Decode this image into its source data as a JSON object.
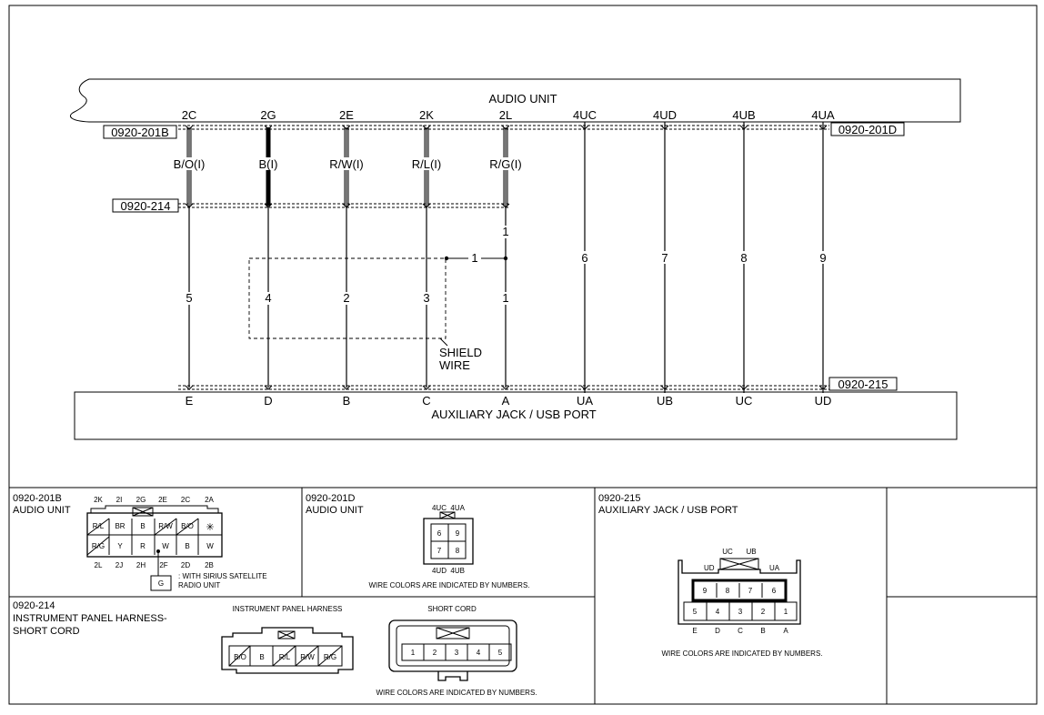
{
  "audio_unit": {
    "label": "AUDIO UNIT",
    "pins": [
      "2C",
      "2G",
      "2E",
      "2K",
      "2L",
      "4UC",
      "4UD",
      "4UB",
      "4UA"
    ]
  },
  "aux_unit": {
    "label": "AUXILIARY JACK / USB PORT",
    "pins": [
      "E",
      "D",
      "B",
      "C",
      "A",
      "UA",
      "UB",
      "UC",
      "UD"
    ]
  },
  "connector_tags": {
    "top_left": "0920-201B",
    "top_right": "0920-201D",
    "mid_left": "0920-214",
    "bottom_right": "0920-215"
  },
  "wire_colors": [
    "B/O(I)",
    "B(I)",
    "R/W(I)",
    "R/L(I)",
    "R/G(I)"
  ],
  "wire_numbers": [
    "5",
    "4",
    "2",
    "3",
    "1",
    "6",
    "7",
    "8",
    "9"
  ],
  "branch_labels": {
    "upper": "1",
    "horizontal": "1"
  },
  "shield": {
    "line1": "SHIELD",
    "line2": "WIRE"
  },
  "panels": {
    "p201b": {
      "code": "0920-201B",
      "title": "AUDIO UNIT",
      "top_pins": [
        "2K",
        "2I",
        "2G",
        "2E",
        "2C",
        "2A"
      ],
      "row1": [
        "R/L",
        "BR",
        "B",
        "R/W",
        "B/O",
        "✳"
      ],
      "row2": [
        "R/G",
        "Y",
        "R",
        "W",
        "B",
        "W"
      ],
      "bottom_pins": [
        "2L",
        "2J",
        "2H",
        "2F",
        "2D",
        "2B"
      ],
      "legend_mark": "G",
      "legend_text1": ": WITH SIRIUS SATELLITE",
      "legend_text2": "RADIO UNIT"
    },
    "p201d": {
      "code": "0920-201D",
      "title": "AUDIO UNIT",
      "top_pins": "4UC  4UA",
      "cells": [
        "6",
        "9",
        "7",
        "8"
      ],
      "bottom_pins": "4UD  4UB",
      "note": "WIRE COLORS ARE INDICATED BY NUMBERS."
    },
    "p215": {
      "code": "0920-215",
      "title": "AUXILIARY JACK / USB PORT",
      "top_pins": [
        "UC",
        "UB"
      ],
      "side_left": "UD",
      "side_right": "UA",
      "inner_cells": [
        "9",
        "8",
        "7",
        "6"
      ],
      "outer_cells": [
        "5",
        "4",
        "3",
        "2",
        "1"
      ],
      "bottom_pins": [
        "E",
        "D",
        "C",
        "B",
        "A"
      ],
      "note": "WIRE COLORS ARE INDICATED BY NUMBERS."
    },
    "p214": {
      "code": "0920-214",
      "title_line1": "INSTRUMENT PANEL HARNESS-",
      "title_line2": "SHORT CORD",
      "left_title": "INSTRUMENT PANEL HARNESS",
      "left_cells": [
        "B/O",
        "B",
        "R/L",
        "R/W",
        "R/G"
      ],
      "right_title": "SHORT CORD",
      "right_cells": [
        "1",
        "2",
        "3",
        "4",
        "5"
      ],
      "note": "WIRE COLORS ARE INDICATED BY NUMBERS."
    }
  }
}
